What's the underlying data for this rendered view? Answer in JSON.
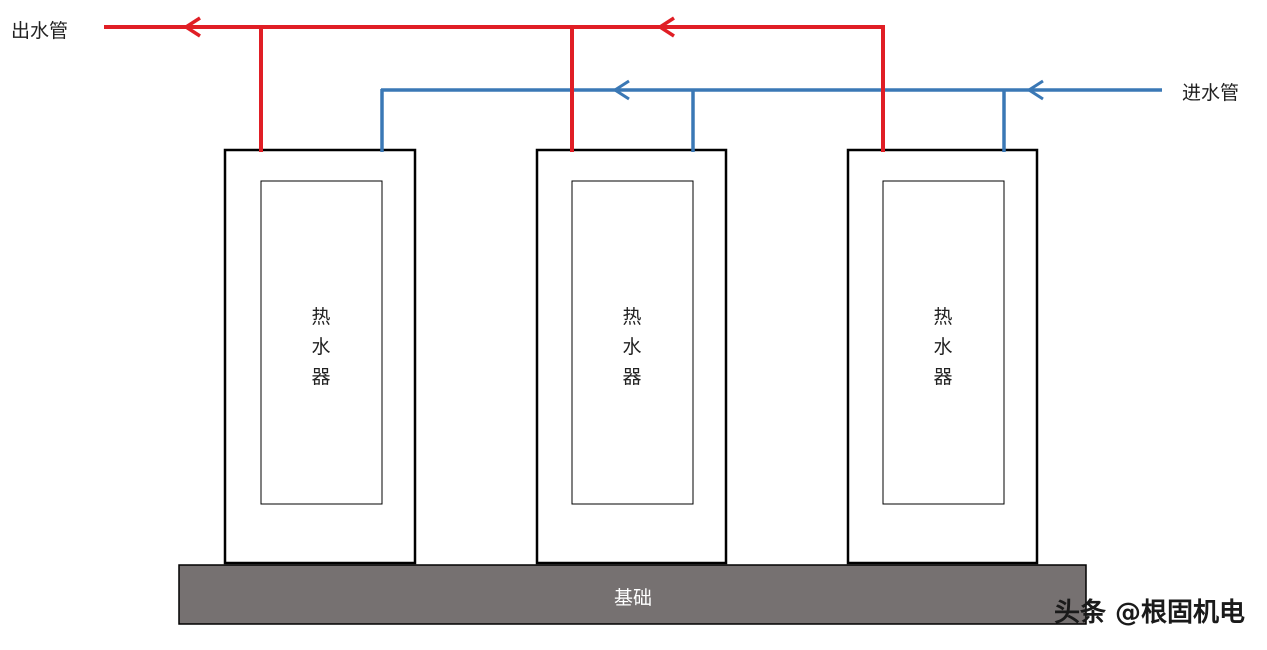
{
  "labels": {
    "outlet_pipe": "出水管",
    "inlet_pipe": "进水管",
    "base": "基础",
    "watermark": "头条 @根固机电"
  },
  "heaters": [
    {
      "label": "热水器",
      "chars": [
        "热",
        "水",
        "器"
      ]
    },
    {
      "label": "热水器",
      "chars": [
        "热",
        "水",
        "器"
      ]
    },
    {
      "label": "热水器",
      "chars": [
        "热",
        "水",
        "器"
      ]
    }
  ],
  "colors": {
    "outlet_pipe": "#e01e25",
    "inlet_pipe": "#3a78b5",
    "base_fill": "#767171",
    "outline": "#000000"
  }
}
